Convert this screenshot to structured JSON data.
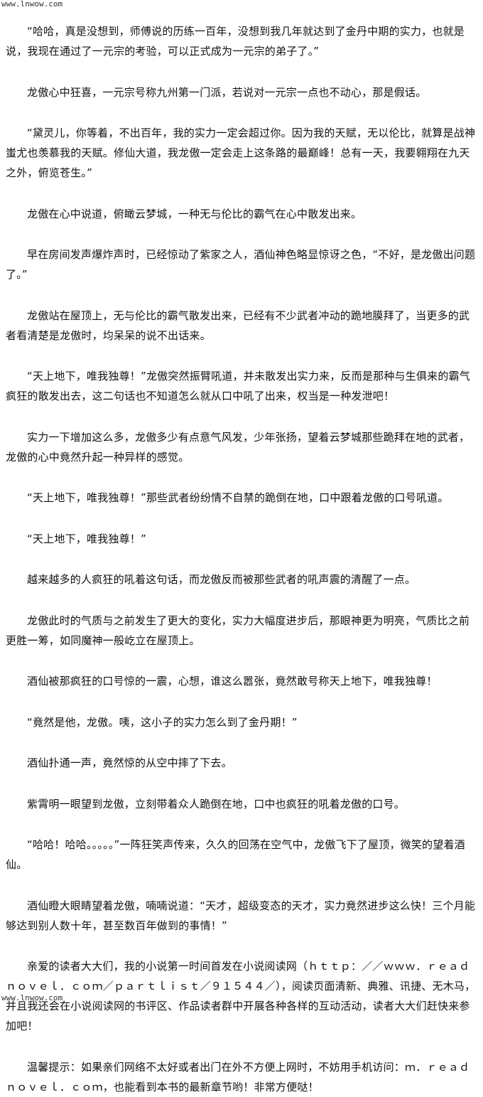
{
  "watermark": {
    "header": "www.lnwow.com",
    "footer": "www.lnwow.com"
  },
  "paragraphs": [
    "“哈哈，真是没想到，师傅说的历练一百年，没想到我几年就达到了金丹中期的实力，也就是说，我现在通过了一元宗的考验，可以正式成为一元宗的弟子了。”",
    "龙傲心中狂喜，一元宗号称九州第一门派，若说对一元宗一点也不动心，那是假话。",
    "“黛灵儿，你等着，不出百年，我的实力一定会超过你。因为我的天赋，无以伦比，就算是战神蚩尤也羡慕我的天赋。修仙大道，我龙傲一定会走上这条路的最巅峰！总有一天，我要翱翔在九天之外，俯览苍生。”",
    "龙傲在心中说道，俯瞰云梦城，一种无与伦比的霸气在心中散发出来。",
    "早在房间发声爆炸声时，已经惊动了紫家之人，酒仙神色略显惊讶之色，“不好，是龙傲出问题了。”",
    "龙傲站在屋顶上，无与伦比的霸气散发出来，已经有不少武者冲动的跪地膜拜了，当更多的武者看清楚是龙傲时，均呆呆的说不出话来。",
    "“天上地下，唯我独尊！”龙傲突然振臂吼道，并未散发出实力来，反而是那种与生俱来的霸气疯狂的散发出去，这二句话也不知道怎么就从口中吼了出来，权当是一种发泄吧！",
    "实力一下增加这么多，龙傲多少有点意气风发，少年张扬，望着云梦城那些跪拜在地的武者，龙傲的心中竟然升起一种异样的感觉。",
    "“天上地下，唯我独尊！”那些武者纷纷情不自禁的跪倒在地，口中跟着龙傲的口号吼道。",
    "“天上地下，唯我独尊！”",
    "越来越多的人疯狂的吼着这句话，而龙傲反而被那些武者的吼声震的清醒了一点。",
    "龙傲此时的气质与之前发生了更大的变化，实力大幅度进步后，那眼神更为明亮，气质比之前更胜一筹，如同魔神一般屹立在屋顶上。",
    "酒仙被那疯狂的口号惊的一震，心想，谁这么嚣张，竟然敢号称天上地下，唯我独尊！",
    "“竟然是他，龙傲。咦，这小子的实力怎么到了金丹期！”",
    "酒仙扑通一声，竟然惊的从空中摔了下去。",
    "紫霄明一眼望到龙傲，立刻带着众人跪倒在地，口中也疯狂的吼着龙傲的口号。",
    "“哈哈！哈哈。。。。。”一阵狂笑声传来，久久的回荡在空气中，龙傲飞下了屋顶，微笑的望着酒仙。",
    "酒仙瞪大眼睛望着龙傲，喃喃说道：“天才，超级变态的天才，实力竟然进步这么快！三个月能够达到别人数十年，甚至数百年做到的事情！”",
    "亲爱的读者大大们，我的小说第一时间首发在小说阅读网（ｈｔｔｐ：／／ｗｗｗ．ｒｅａｄｎｏｖｅｌ．ｃｏｍ／ｐａｒｔｌｉｓｔ／９１５４４／），阅读页面清新、典雅、讯捷、无木马，并且我还会在小说阅读网的书评区、作品读者群中开展各种各样的互动活动，读者大大们赶快来参加吧！",
    "温馨提示：如果亲们网络不太好或者出门在外不方便上网时，不妨用手机访问：ｍ．ｒｅａｄｎｏｖｅｌ．ｃｏｍ，也能看到本书的最新章节哟！非常方便哒！"
  ]
}
